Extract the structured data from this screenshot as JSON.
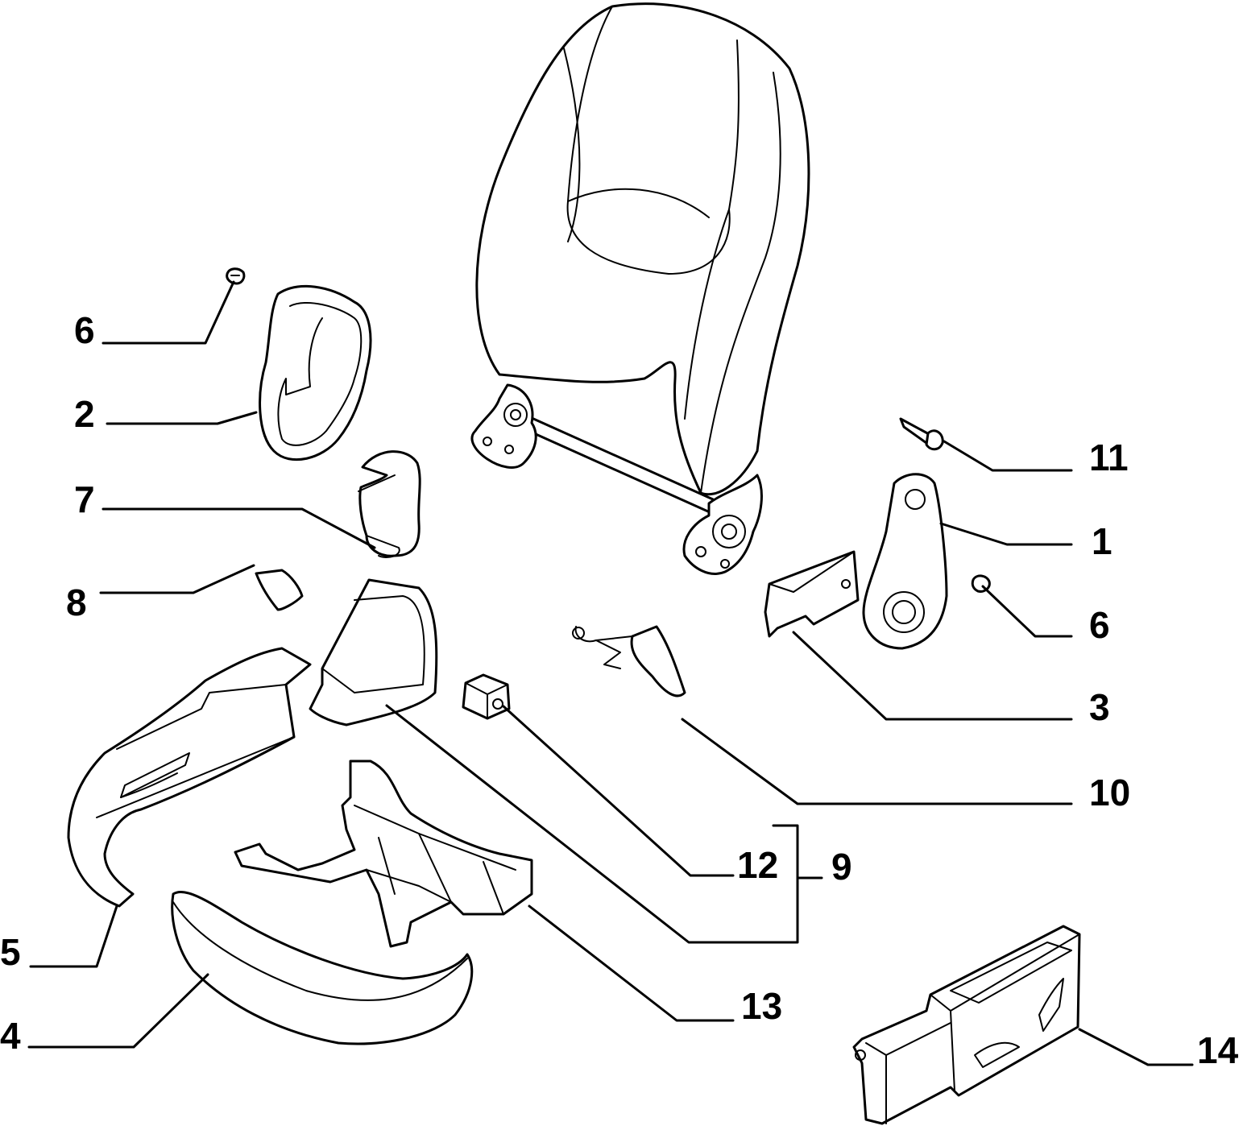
{
  "diagram": {
    "background": "#ffffff",
    "line_color": "#000000",
    "callouts": {
      "c1": "1",
      "c2": "2",
      "c3": "3",
      "c4": "4",
      "c5": "5",
      "c6_left": "6",
      "c6_right": "6",
      "c7": "7",
      "c8": "8",
      "c9": "9",
      "c10": "10",
      "c11": "11",
      "c12": "12",
      "c13": "13",
      "c14": "14"
    }
  }
}
